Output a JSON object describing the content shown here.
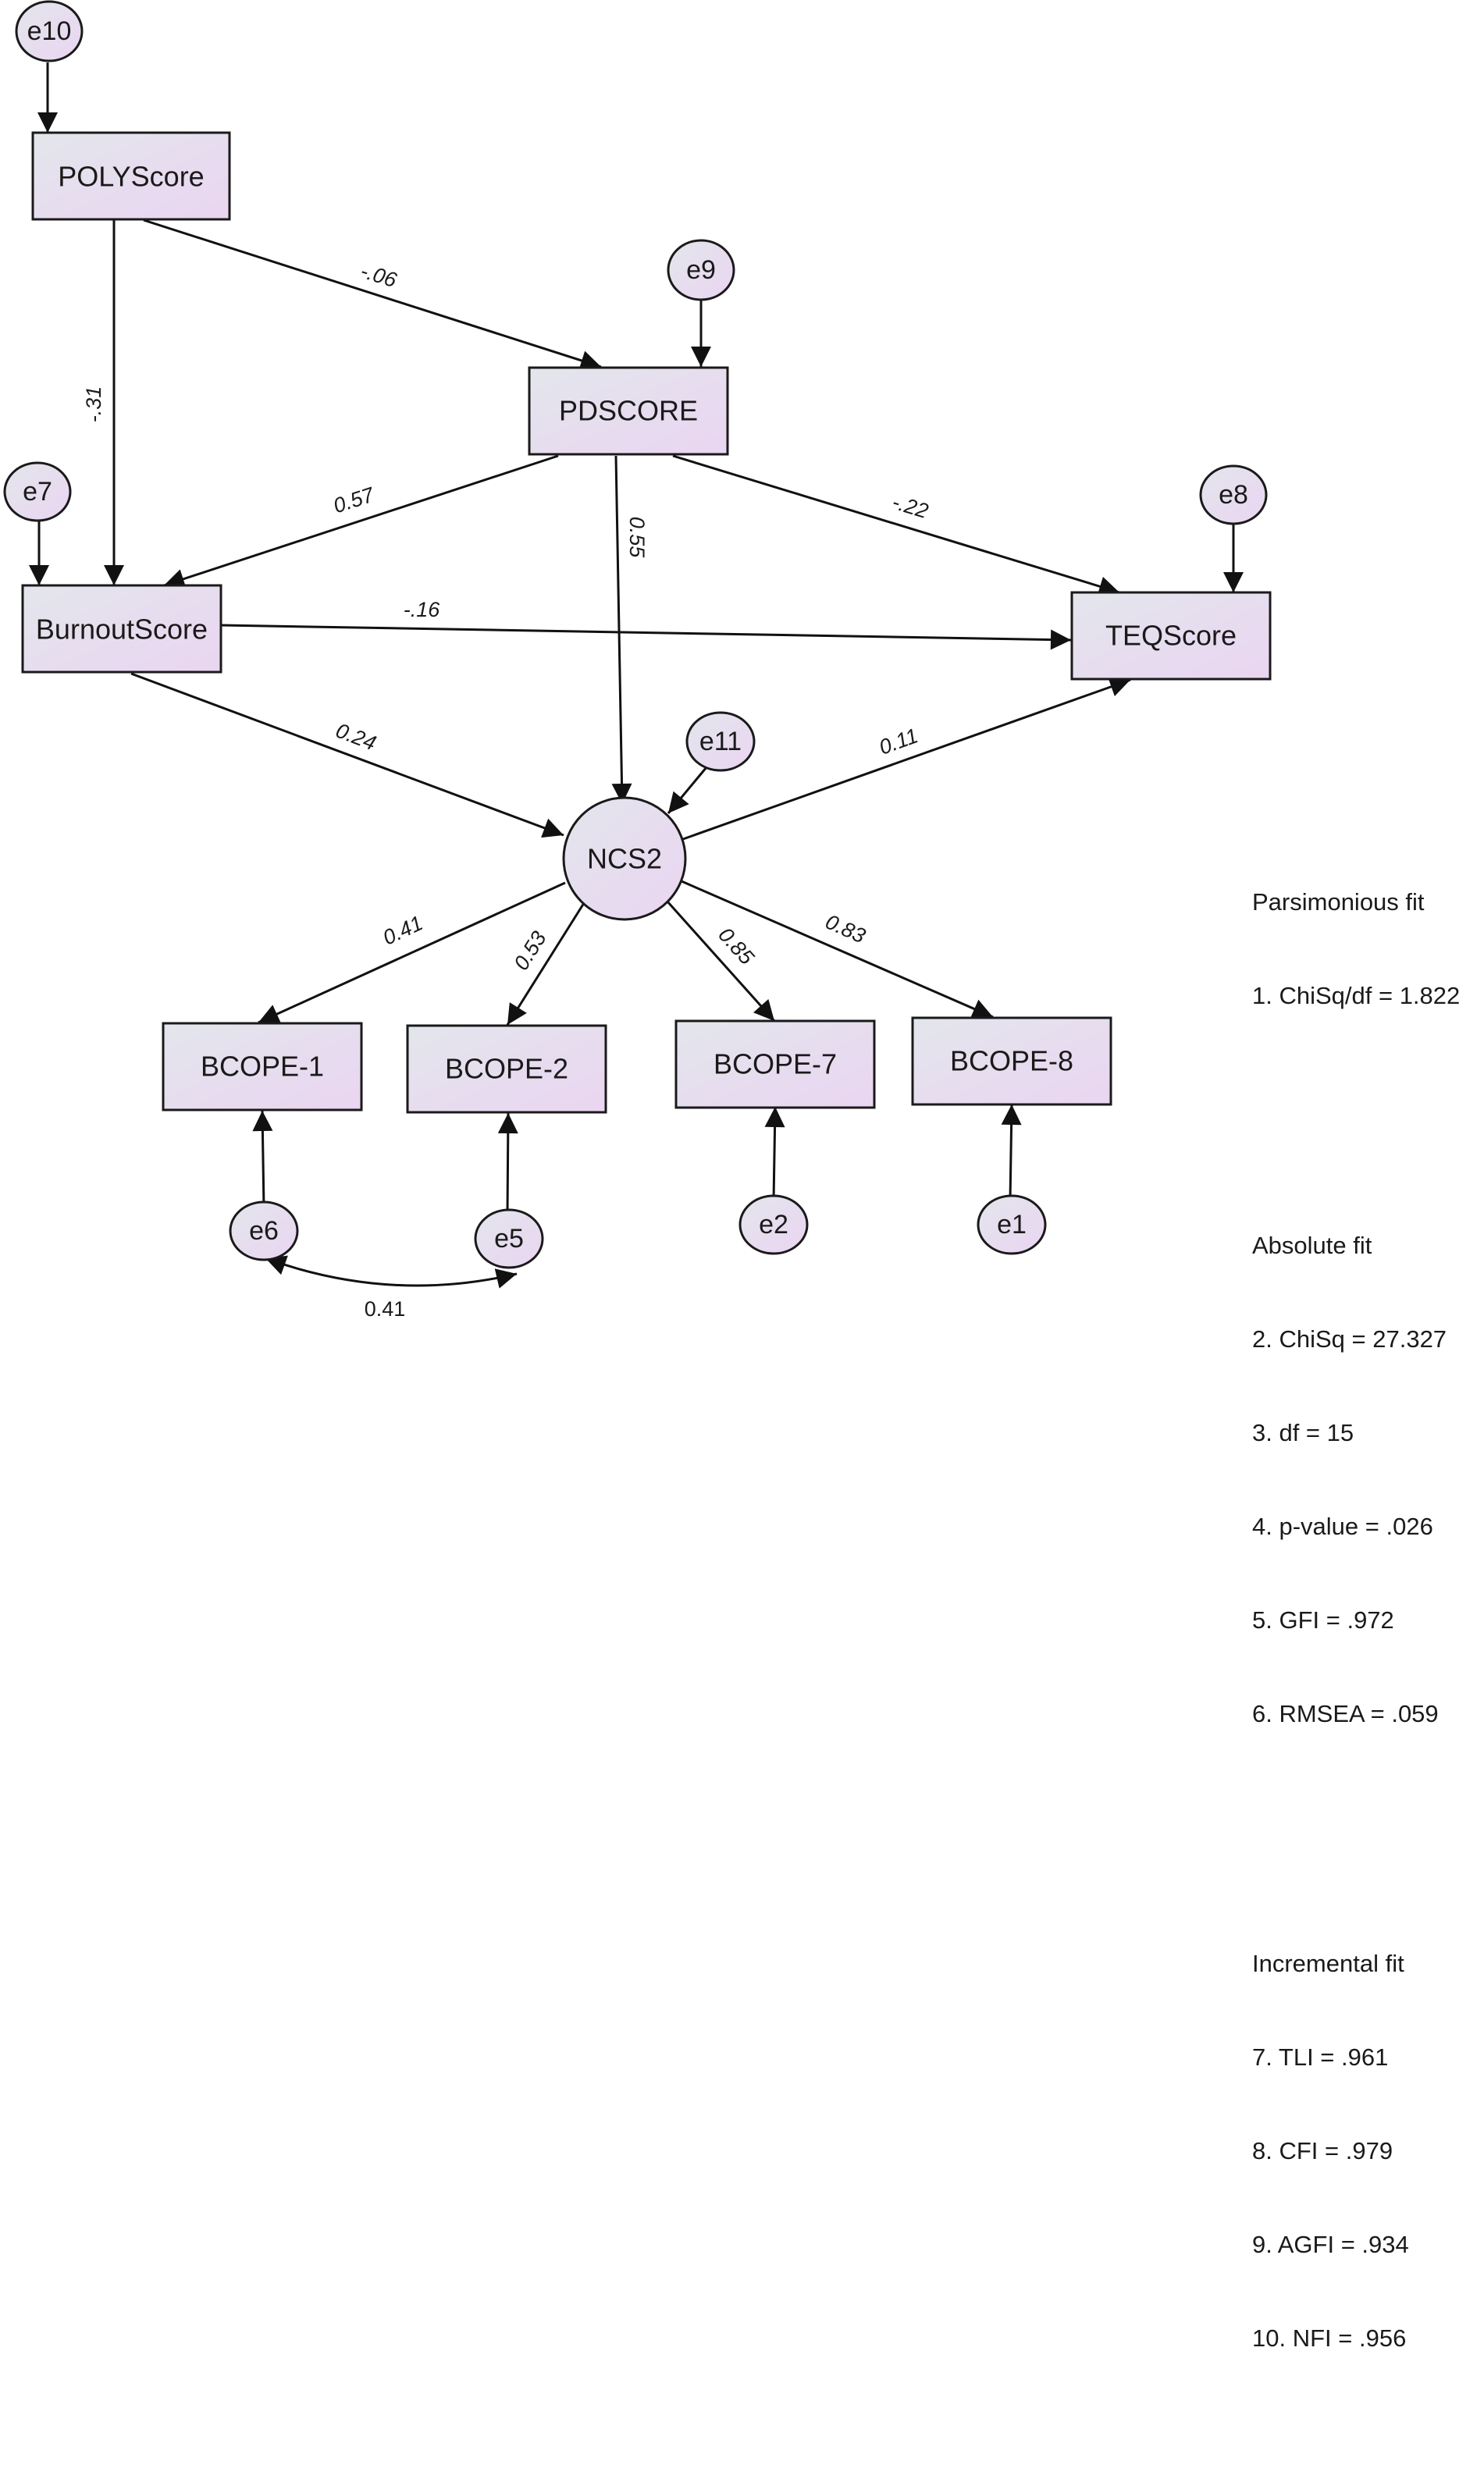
{
  "nodes": {
    "POLYScore": "POLYScore",
    "PDSCORE": "PDSCORE",
    "BurnoutScore": "BurnoutScore",
    "TEQScore": "TEQScore",
    "NCS2": "NCS2",
    "BCOPE1": "BCOPE-1",
    "BCOPE2": "BCOPE-2",
    "BCOPE7": "BCOPE-7",
    "BCOPE8": "BCOPE-8"
  },
  "errors": {
    "e1": "e1",
    "e2": "e2",
    "e5": "e5",
    "e6": "e6",
    "e7": "e7",
    "e8": "e8",
    "e9": "e9",
    "e10": "e10",
    "e11": "e11"
  },
  "paths": {
    "poly_pd": "-.06",
    "poly_burnout": "-.31",
    "pd_burnout": "0.57",
    "pd_ncs2": "0.55",
    "pd_teq": "-.22",
    "burnout_teq": "-.16",
    "burnout_ncs2": "0.24",
    "ncs2_teq": "0.11",
    "ncs2_bcope1": "0.41",
    "ncs2_bcope2": "0.53",
    "ncs2_bcope7": "0.85",
    "ncs2_bcope8": "0.83",
    "e6_e5_cov": "0.41"
  },
  "fit": {
    "parsimonious": {
      "heading": "Parsimonious fit",
      "items": [
        "1. ChiSq/df = 1.822"
      ]
    },
    "absolute": {
      "heading": "Absolute fit",
      "items": [
        "2. ChiSq = 27.327",
        "3. df = 15",
        "4. p-value = .026",
        "5. GFI = .972",
        "6. RMSEA = .059"
      ]
    },
    "incremental": {
      "heading": "Incremental fit",
      "items": [
        "7. TLI = .961",
        "8. CFI = .979",
        "9. AGFI = .934",
        "10. NFI = .956"
      ]
    }
  },
  "colors": {
    "fill_start": "#e3e6ec",
    "fill_end": "#ead5f1",
    "stroke": "#1a1a1a"
  }
}
